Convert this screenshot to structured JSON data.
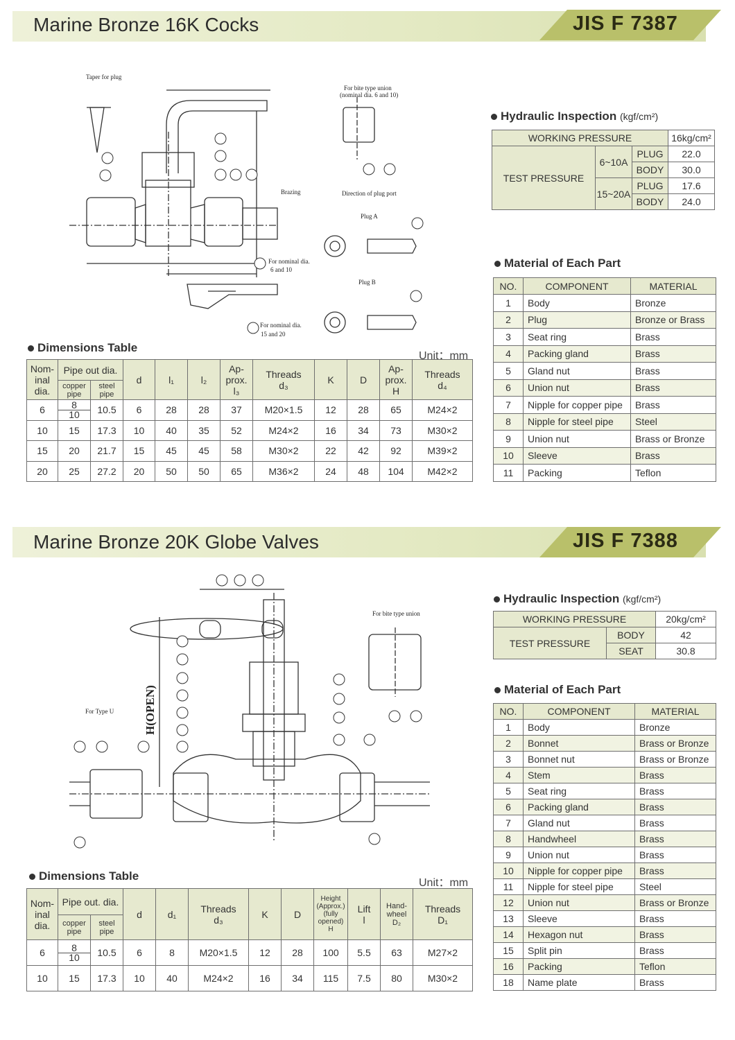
{
  "section1": {
    "title": "Marine Bronze 16K Cocks",
    "jis": "JIS  F  7387",
    "drawing_labels": {
      "taper": "Taper for plug",
      "bite": "For bite type union",
      "bite2": "(nominal dia. 6 and 10)",
      "brazing": "Brazing",
      "direction": "Direction of plug port",
      "plugA": "Plug A",
      "plugB": "Plug B",
      "nominal610": "For nominal dia.",
      "nominal610b": "6 and 10",
      "nominal1520": "For nominal dia.",
      "nominal1520b": "15 and 20"
    },
    "hydraulic": {
      "heading": "Hydraulic Inspection",
      "unit": "(kgf/cm²)",
      "working_label": "WORKING PRESSURE",
      "working_value": "16kg/cm²",
      "test_label": "TEST PRESSURE",
      "rows": [
        {
          "size": "6~10A",
          "part": "PLUG",
          "value": "22.0"
        },
        {
          "size": "",
          "part": "BODY",
          "value": "30.0"
        },
        {
          "size": "15~20A",
          "part": "PLUG",
          "value": "17.6"
        },
        {
          "size": "",
          "part": "BODY",
          "value": "24.0"
        }
      ]
    },
    "material": {
      "heading": "Material of Each Part",
      "headers": [
        "NO.",
        "COMPONENT",
        "MATERIAL"
      ],
      "rows": [
        [
          "1",
          "Body",
          "Bronze"
        ],
        [
          "2",
          "Plug",
          "Bronze or Brass"
        ],
        [
          "3",
          "Seat ring",
          "Brass"
        ],
        [
          "4",
          "Packing gland",
          "Brass"
        ],
        [
          "5",
          "Gland nut",
          "Brass"
        ],
        [
          "6",
          "Union nut",
          "Brass"
        ],
        [
          "7",
          "Nipple for copper pipe",
          "Brass"
        ],
        [
          "8",
          "Nipple for steel pipe",
          "Steel"
        ],
        [
          "9",
          "Union nut",
          "Brass or Bronze"
        ],
        [
          "10",
          "Sleeve",
          "Brass"
        ],
        [
          "11",
          "Packing",
          "Teflon"
        ]
      ]
    },
    "dimensions": {
      "heading": "Dimensions Table",
      "unit": "Unit：mm",
      "h_nominal": "Nom-\ninal\ndia.",
      "h_pipe": "Pipe  out  dia.",
      "h_copper": "copper\npipe",
      "h_steel": "steel\npipe",
      "h_d": "d",
      "h_l1": "l₁",
      "h_l2": "l₂",
      "h_l3": "Ap-\nprox.\nl₃",
      "h_threads_d3": "Threads\nd₃",
      "h_k": "K",
      "h_D": "D",
      "h_H": "Ap-\nprox.\nH",
      "h_threads_d4": "Threads\nd₄",
      "rows": [
        [
          "6",
          "8/10",
          "10.5",
          "6",
          "28",
          "28",
          "37",
          "M20×1.5",
          "12",
          "28",
          "65",
          "M24×2"
        ],
        [
          "10",
          "15",
          "17.3",
          "10",
          "40",
          "35",
          "52",
          "M24×2",
          "16",
          "34",
          "73",
          "M30×2"
        ],
        [
          "15",
          "20",
          "21.7",
          "15",
          "45",
          "45",
          "58",
          "M30×2",
          "22",
          "42",
          "92",
          "M39×2"
        ],
        [
          "20",
          "25",
          "27.2",
          "20",
          "50",
          "50",
          "65",
          "M36×2",
          "24",
          "48",
          "104",
          "M42×2"
        ]
      ]
    }
  },
  "section2": {
    "title": "Marine Bronze 20K Globe Valves",
    "jis": "JIS  F  7388",
    "drawing_labels": {
      "bite": "For bite type union",
      "typeU": "For Type U",
      "hopen": "H(OPEN)"
    },
    "hydraulic": {
      "heading": "Hydraulic Inspection",
      "unit": "(kgf/cm²)",
      "working_label": "WORKING PRESSURE",
      "working_value": "20kg/cm²",
      "test_label": "TEST PRESSURE",
      "rows": [
        {
          "part": "BODY",
          "value": "42"
        },
        {
          "part": "SEAT",
          "value": "30.8"
        }
      ]
    },
    "material": {
      "heading": "Material of Each Part",
      "headers": [
        "NO.",
        "COMPONENT",
        "MATERIAL"
      ],
      "rows": [
        [
          "1",
          "Body",
          "Bronze"
        ],
        [
          "2",
          "Bonnet",
          "Brass or Bronze"
        ],
        [
          "3",
          "Bonnet nut",
          "Brass or Bronze"
        ],
        [
          "4",
          "Stem",
          "Brass"
        ],
        [
          "5",
          "Seat ring",
          "Brass"
        ],
        [
          "6",
          "Packing gland",
          "Brass"
        ],
        [
          "7",
          "Gland nut",
          "Brass"
        ],
        [
          "8",
          "Handwheel",
          "Brass"
        ],
        [
          "9",
          "Union nut",
          "Brass"
        ],
        [
          "10",
          "Nipple for copper pipe",
          "Brass"
        ],
        [
          "11",
          "Nipple for steel pipe",
          "Steel"
        ],
        [
          "12",
          "Union nut",
          "Brass or Bronze"
        ],
        [
          "13",
          "Sleeve",
          "Brass"
        ],
        [
          "14",
          "Hexagon nut",
          "Brass"
        ],
        [
          "15",
          "Split pin",
          "Brass"
        ],
        [
          "16",
          "Packing",
          "Teflon"
        ],
        [
          "18",
          "Name plate",
          "Brass"
        ]
      ]
    },
    "dimensions": {
      "heading": "Dimensions Table",
      "unit": "Unit：mm",
      "h_nominal": "Nom-\ninal\ndia.",
      "h_pipe": "Pipe  out.  dia.",
      "h_copper": "copper\npipe",
      "h_steel": "steel\npipe",
      "h_d": "d",
      "h_d1": "d₁",
      "h_threads_d3": "Threads\nd₃",
      "h_k": "K",
      "h_D": "D",
      "h_height": "Height\n(Approx.)\n(fully\nopened)\nH",
      "h_lift": "Lift\nl",
      "h_hand": "Hand-\nwheel\nD₂",
      "h_threads_D1": "Threads\nD₁",
      "rows": [
        [
          "6",
          "8/10",
          "10.5",
          "6",
          "8",
          "M20×1.5",
          "12",
          "28",
          "100",
          "5.5",
          "63",
          "M27×2"
        ],
        [
          "10",
          "15",
          "17.3",
          "10",
          "40",
          "M24×2",
          "16",
          "34",
          "115",
          "7.5",
          "80",
          "M30×2"
        ]
      ]
    }
  }
}
